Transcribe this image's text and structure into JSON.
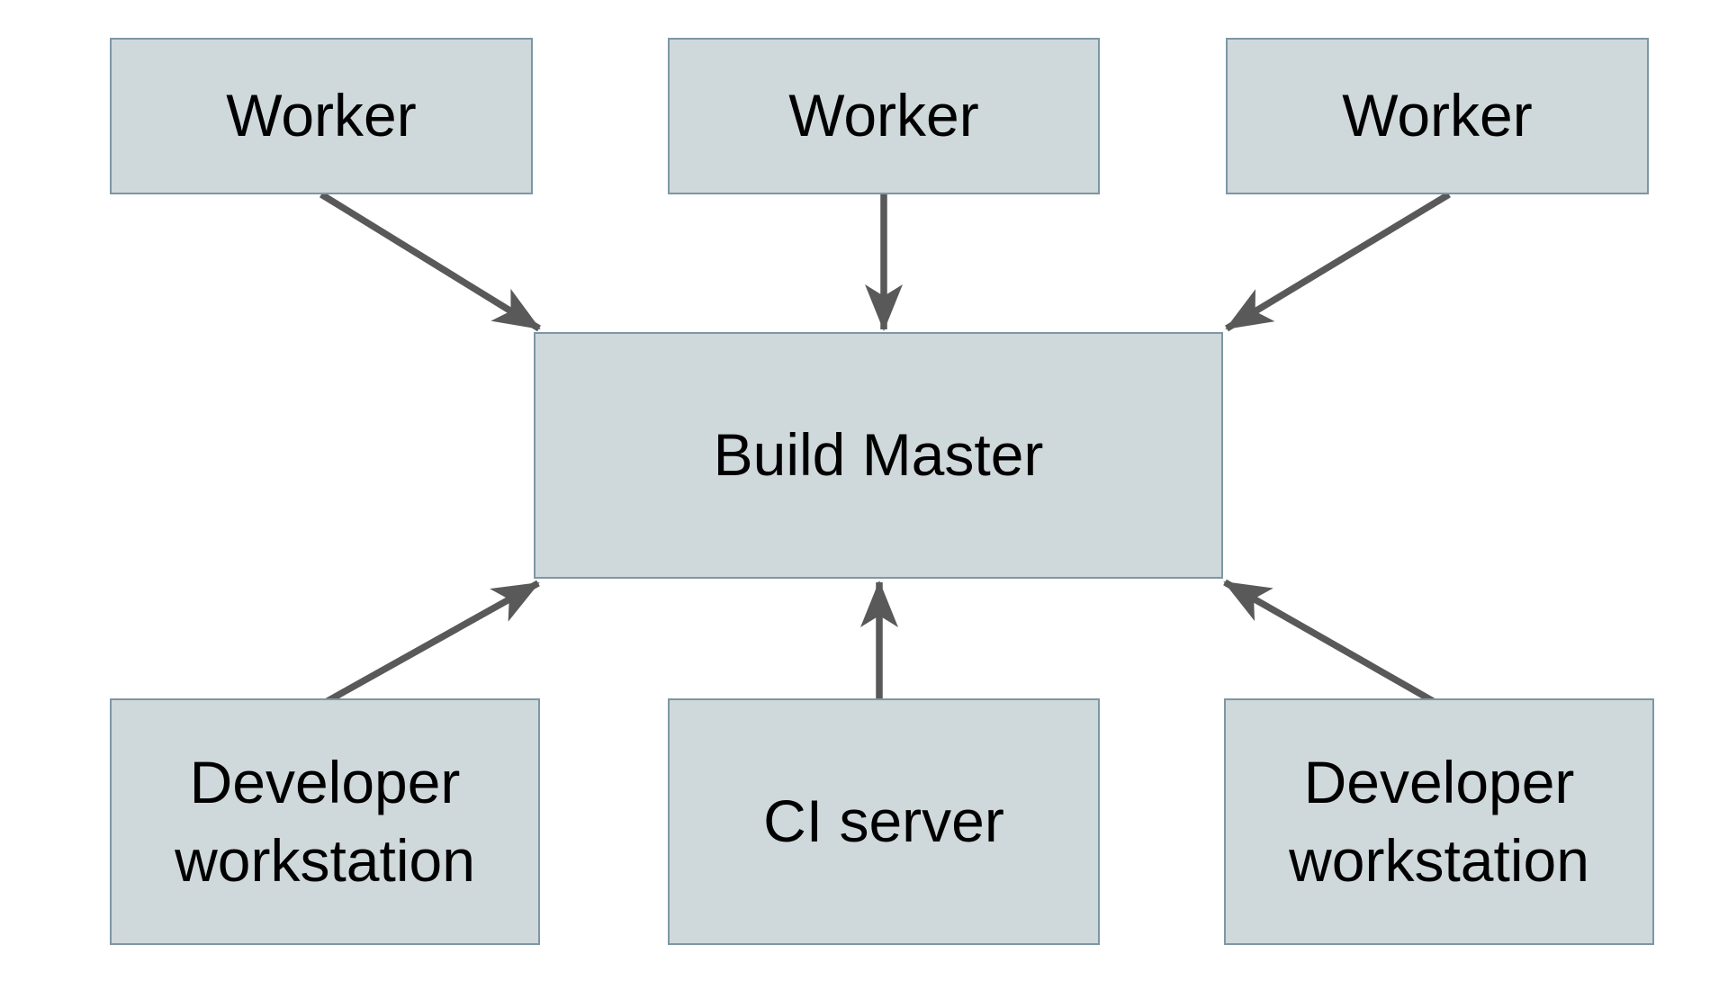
{
  "colors": {
    "node_fill": "#cfd8da",
    "node_border": "#7d97a4",
    "arrow_color": "#595959",
    "text_color": "#000000",
    "bg_color": "#ffffff"
  },
  "diagram": {
    "nodes": [
      {
        "id": "worker-1",
        "label": "Worker"
      },
      {
        "id": "worker-2",
        "label": "Worker"
      },
      {
        "id": "worker-3",
        "label": "Worker"
      },
      {
        "id": "build-master",
        "label": "Build Master"
      },
      {
        "id": "developer-workstation-left",
        "label": "Developer workstation"
      },
      {
        "id": "ci-server",
        "label": "CI server"
      },
      {
        "id": "developer-workstation-right",
        "label": "Developer workstation"
      }
    ],
    "edges": [
      {
        "from": "worker-1",
        "to": "build-master"
      },
      {
        "from": "worker-2",
        "to": "build-master"
      },
      {
        "from": "worker-3",
        "to": "build-master"
      },
      {
        "from": "developer-workstation-left",
        "to": "build-master"
      },
      {
        "from": "ci-server",
        "to": "build-master"
      },
      {
        "from": "developer-workstation-right",
        "to": "build-master"
      }
    ]
  }
}
